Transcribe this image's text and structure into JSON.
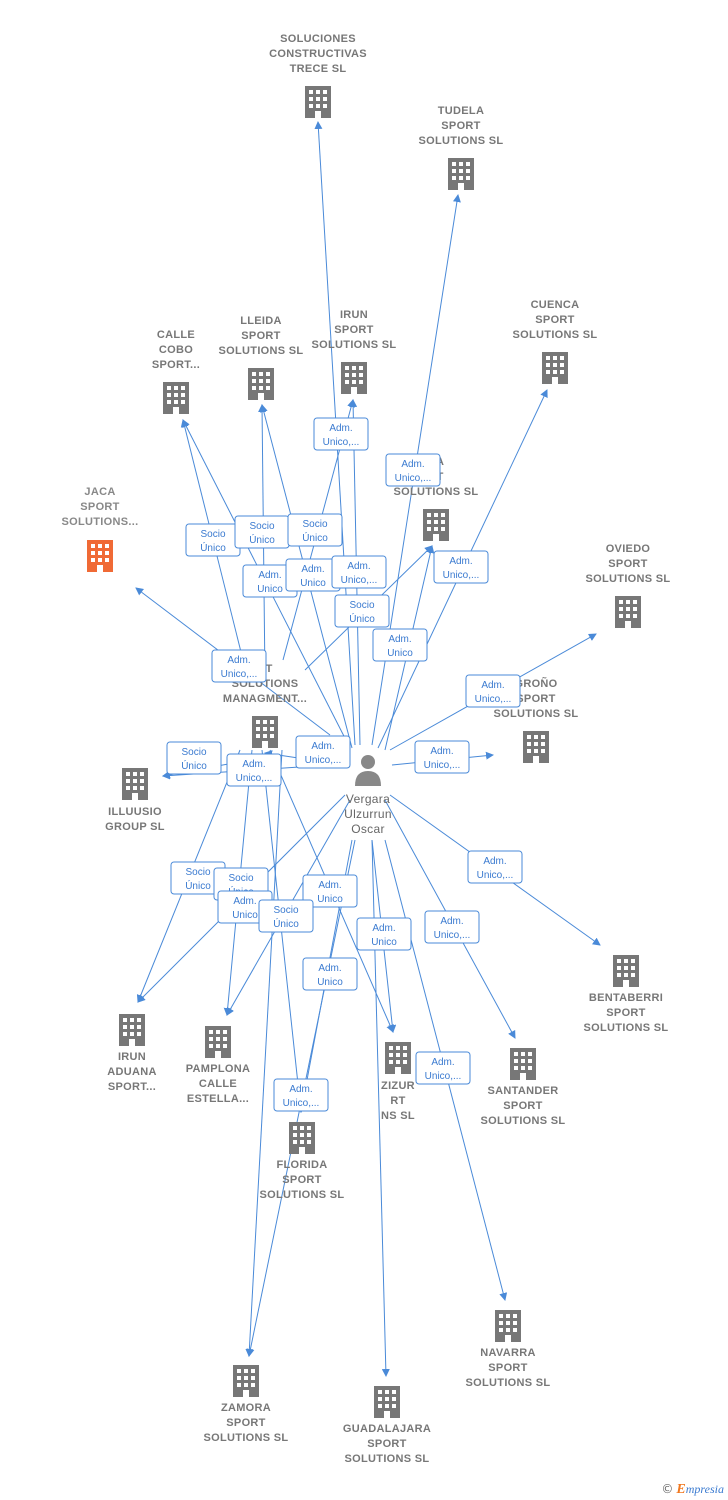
{
  "colors": {
    "edge": "#4a8ad8",
    "building": "#777777",
    "focus": "#f06a35",
    "person": "#888888"
  },
  "person": {
    "name_lines": [
      "Vergara",
      "Ulzurrun",
      "Oscar"
    ],
    "icon": "person-icon"
  },
  "nodes": [
    {
      "id": "soluciones",
      "lines": [
        "SOLUCIONES",
        "CONSTRUCTIVAS",
        "TRECE  SL"
      ],
      "icon": "building-icon"
    },
    {
      "id": "tudela",
      "lines": [
        "TUDELA",
        "SPORT",
        "SOLUTIONS  SL"
      ],
      "icon": "building-icon"
    },
    {
      "id": "calle-cobo",
      "lines": [
        "CALLE",
        "COBO",
        "SPORT..."
      ],
      "icon": "building-icon"
    },
    {
      "id": "lleida",
      "lines": [
        "LLEIDA",
        "SPORT",
        "SOLUTIONS  SL"
      ],
      "icon": "building-icon"
    },
    {
      "id": "irun",
      "lines": [
        "IRUN",
        "SPORT",
        "SOLUTIONS  SL"
      ],
      "icon": "building-icon"
    },
    {
      "id": "cuenca",
      "lines": [
        "CUENCA",
        "SPORT",
        "SOLUTIONS  SL"
      ],
      "icon": "building-icon"
    },
    {
      "id": "jaca",
      "lines": [
        "JACA",
        "SPORT",
        "SOLUTIONS..."
      ],
      "icon": "building-icon",
      "focus": true
    },
    {
      "id": "da-rt",
      "lines": [
        "DA",
        "RT",
        "SOLUTIONS  SL"
      ],
      "icon": "building-icon"
    },
    {
      "id": "oviedo",
      "lines": [
        "OVIEDO",
        "SPORT",
        "SOLUTIONS  SL"
      ],
      "icon": "building-icon"
    },
    {
      "id": "sport-managment",
      "lines": [
        "RT",
        "SOLUTIONS",
        "MANAGMENT..."
      ],
      "icon": "building-icon"
    },
    {
      "id": "logrono",
      "lines": [
        "GROÑO",
        "SPORT",
        "SOLUTIONS  SL"
      ],
      "icon": "building-icon"
    },
    {
      "id": "illuusio",
      "lines": [
        "ILLUUSIO",
        "GROUP  SL"
      ],
      "icon": "building-icon"
    },
    {
      "id": "bentaberri",
      "lines": [
        "BENTABERRI",
        "SPORT",
        "SOLUTIONS  SL"
      ],
      "icon": "building-icon"
    },
    {
      "id": "irun-aduana",
      "lines": [
        "IRUN",
        "ADUANA",
        "SPORT..."
      ],
      "icon": "building-icon"
    },
    {
      "id": "pamplona",
      "lines": [
        "PAMPLONA",
        "CALLE",
        "ESTELLA..."
      ],
      "icon": "building-icon"
    },
    {
      "id": "zizur",
      "lines": [
        "ZIZUR",
        "RT",
        "NS  SL"
      ],
      "icon": "building-icon"
    },
    {
      "id": "santander",
      "lines": [
        "SANTANDER",
        "SPORT",
        "SOLUTIONS  SL"
      ],
      "icon": "building-icon"
    },
    {
      "id": "florida",
      "lines": [
        "FLORIDA",
        "SPORT",
        "SOLUTIONS  SL"
      ],
      "icon": "building-icon"
    },
    {
      "id": "navarra",
      "lines": [
        "NAVARRA",
        "SPORT",
        "SOLUTIONS  SL"
      ],
      "icon": "building-icon"
    },
    {
      "id": "zamora",
      "lines": [
        "ZAMORA",
        "SPORT",
        "SOLUTIONS  SL"
      ],
      "icon": "building-icon"
    },
    {
      "id": "guadalajara",
      "lines": [
        "GUADALAJARA",
        "SPORT",
        "SOLUTIONS  SL"
      ],
      "icon": "building-icon"
    }
  ],
  "edge_labels": [
    {
      "lines": [
        "Adm.",
        "Unico,..."
      ]
    },
    {
      "lines": [
        "Adm.",
        "Unico,..."
      ]
    },
    {
      "lines": [
        "Socio",
        "Único"
      ]
    },
    {
      "lines": [
        "Socio",
        "Único"
      ]
    },
    {
      "lines": [
        "Socio",
        "Único"
      ]
    },
    {
      "lines": [
        "Adm.",
        "Unico,..."
      ]
    },
    {
      "lines": [
        "Adm.",
        "Unico"
      ]
    },
    {
      "lines": [
        "Adm.",
        "Unico"
      ]
    },
    {
      "lines": [
        "Adm.",
        "Unico,..."
      ]
    },
    {
      "lines": [
        "Socio",
        "Único"
      ]
    },
    {
      "lines": [
        "Adm.",
        "Unico"
      ]
    },
    {
      "lines": [
        "Adm.",
        "Unico,..."
      ]
    },
    {
      "lines": [
        "Adm.",
        "Unico,..."
      ]
    },
    {
      "lines": [
        "Adm.",
        "Unico,..."
      ]
    },
    {
      "lines": [
        "Socio",
        "Único"
      ]
    },
    {
      "lines": [
        "Adm.",
        "Unico,..."
      ]
    },
    {
      "lines": [
        "Adm.",
        "Unico,..."
      ]
    },
    {
      "lines": [
        "Socio",
        "Único"
      ]
    },
    {
      "lines": [
        "Socio",
        "Único"
      ]
    },
    {
      "lines": [
        "Adm.",
        "Unico"
      ]
    },
    {
      "lines": [
        "Adm.",
        "Unico"
      ]
    },
    {
      "lines": [
        "Socio",
        "Único"
      ]
    },
    {
      "lines": [
        "Adm.",
        "Unico"
      ]
    },
    {
      "lines": [
        "Adm.",
        "Unico,..."
      ]
    },
    {
      "lines": [
        "Adm.",
        "Unico"
      ]
    },
    {
      "lines": [
        "Adm.",
        "Unico,..."
      ]
    },
    {
      "lines": [
        "Adm.",
        "Unico,..."
      ]
    },
    {
      "lines": [
        "Adm.",
        "Unico,..."
      ]
    }
  ],
  "footer": {
    "copyright": "©",
    "brand_initial": "E",
    "brand_rest": "mpresia"
  }
}
